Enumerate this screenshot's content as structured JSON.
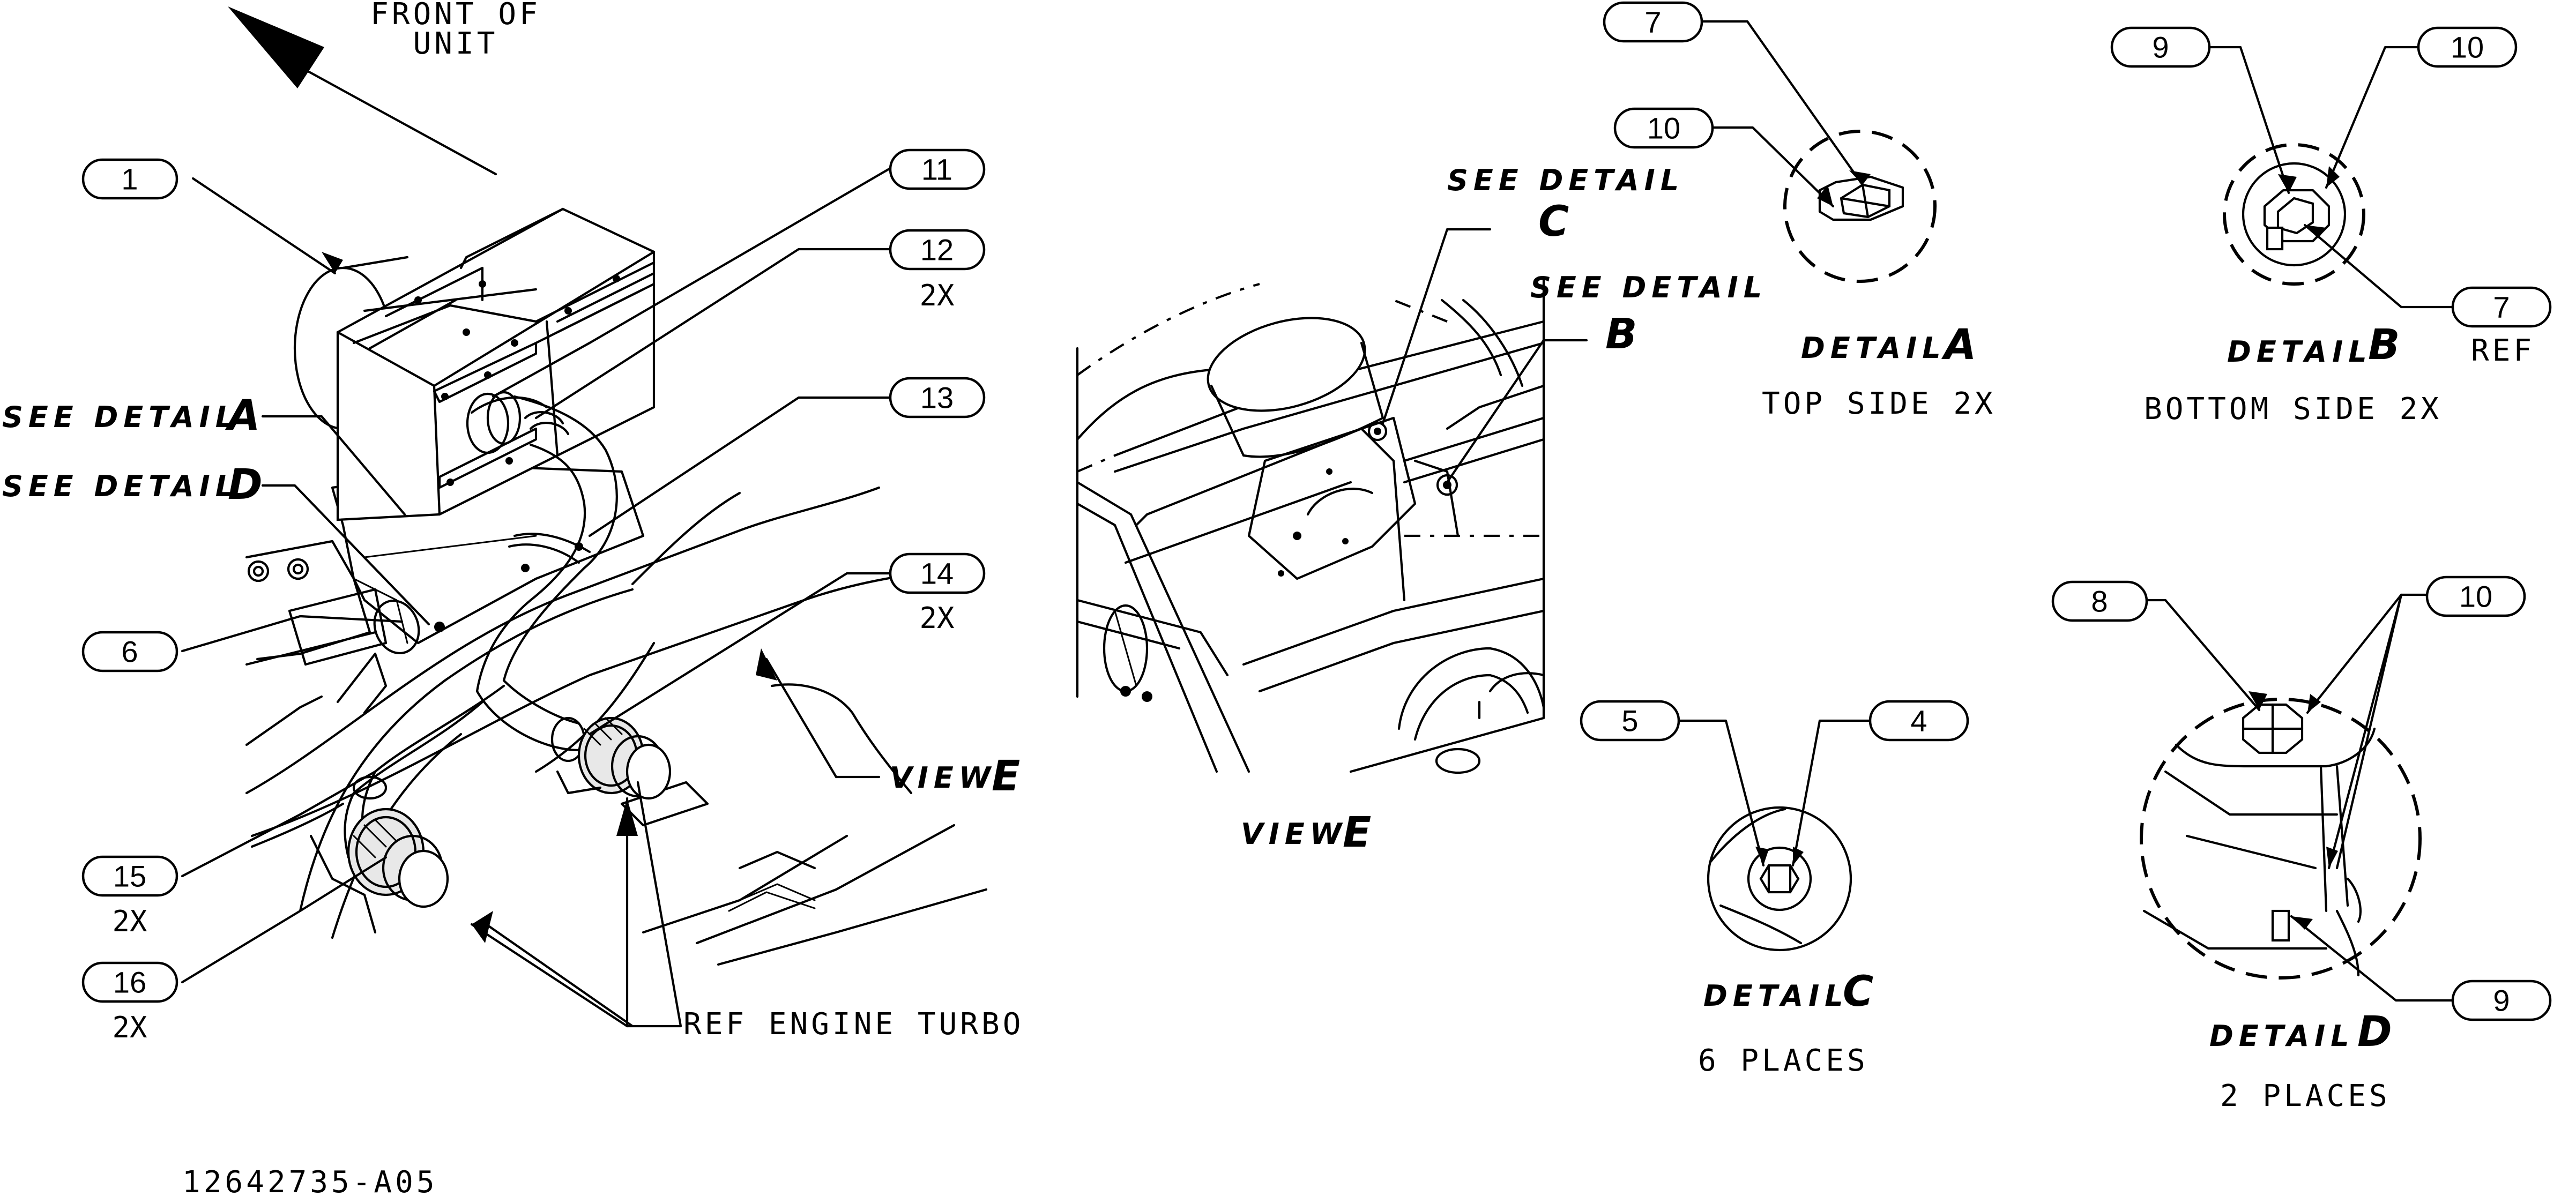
{
  "title_block": {
    "drawing_number": "12642735-A05"
  },
  "front_of_unit": {
    "line1": "FRONT OF",
    "line2": "UNIT"
  },
  "callouts": {
    "c1": "1",
    "c6": "6",
    "c11": "11",
    "c12": "12",
    "c12_qty": "2X",
    "c13": "13",
    "c14": "14",
    "c14_qty": "2X",
    "c15": "15",
    "c15_qty": "2X",
    "c16": "16",
    "c16_qty": "2X",
    "a7": "7",
    "a10": "10",
    "b9": "9",
    "b10": "10",
    "b7": "7",
    "b7_ref": "REF",
    "c5": "5",
    "c4": "4",
    "d8": "8",
    "d10": "10",
    "d9": "9"
  },
  "see_details": {
    "a": {
      "text": "SEE DETAIL",
      "letter": "A"
    },
    "d": {
      "text": "SEE DETAIL",
      "letter": "D"
    },
    "c": {
      "text": "SEE DETAIL",
      "letter": "C"
    },
    "b": {
      "text": "SEE DETAIL",
      "letter": "B"
    }
  },
  "view_e": {
    "arrow_label": "VIEW",
    "arrow_letter": "E",
    "caption": "VIEW",
    "caption_letter": "E"
  },
  "ref_engine_turbo": "REF ENGINE TURBO",
  "details": {
    "a": {
      "label": "DETAIL",
      "letter": "A",
      "note": "TOP SIDE 2X"
    },
    "b": {
      "label": "DETAIL",
      "letter": "B",
      "note": "BOTTOM SIDE 2X"
    },
    "c": {
      "label": "DETAIL",
      "letter": "C",
      "note": "6 PLACES"
    },
    "d": {
      "label": "DETAIL",
      "letter": "D",
      "note": "2 PLACES"
    }
  }
}
